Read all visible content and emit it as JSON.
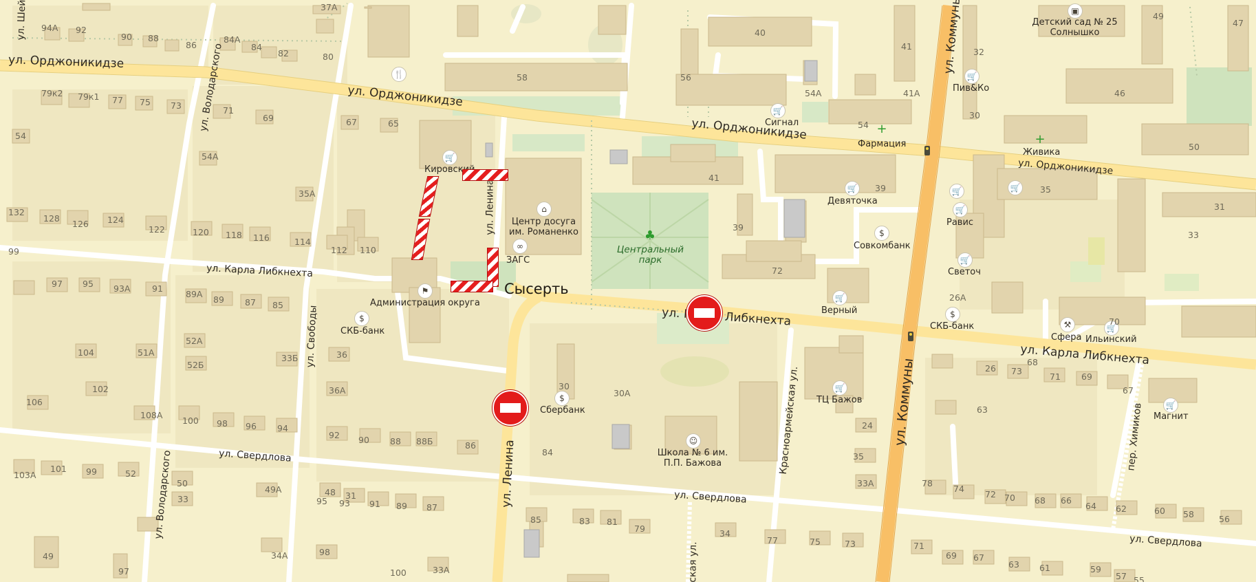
{
  "colors": {
    "background": "#f6f0cc",
    "block": "#efe7c1",
    "building": "#e2d4ad",
    "building_roof": "#d6c59a",
    "minor_road": "#ffffff",
    "major_road": "#fde59a",
    "arterial": "#f8bf66",
    "park": "#cfe3bd",
    "barrier_red": "#e31b1b"
  },
  "city": {
    "name": "Сысерть"
  },
  "streets": [
    {
      "id": "ordzhonikidze-1",
      "label": "ул. Орджоникидзе"
    },
    {
      "id": "ordzhonikidze-2",
      "label": "ул. Орджоникидзе"
    },
    {
      "id": "ordzhonikidze-3",
      "label": "ул. Орджоникидзе"
    },
    {
      "id": "ordzhonikidze-4",
      "label": "ул. Орджоникидзе"
    },
    {
      "id": "liebknecht-1",
      "label": "ул. Карла Либкнехта"
    },
    {
      "id": "liebknecht-2",
      "label": "ул. Карла Либкнехта"
    },
    {
      "id": "liebknecht-3",
      "label": "ул. Карла Либкнехта"
    },
    {
      "id": "sverdlova-1",
      "label": "ул. Свердлова"
    },
    {
      "id": "sverdlova-2",
      "label": "ул. Свердлова"
    },
    {
      "id": "sverdlova-3",
      "label": "ул. Свердлова"
    },
    {
      "id": "lenina-1",
      "label": "ул. Ленина"
    },
    {
      "id": "lenina-2",
      "label": "ул. Ленина"
    },
    {
      "id": "kommuny-1",
      "label": "ул. Коммуны"
    },
    {
      "id": "kommuny-2",
      "label": "ул. Коммуны"
    },
    {
      "id": "svobody",
      "label": "ул. Свободы"
    },
    {
      "id": "volodarskogo-1",
      "label": "ул. Володарского"
    },
    {
      "id": "volodarskogo-2",
      "label": "ул. Володарского"
    },
    {
      "id": "krasnoarmeiskaya",
      "label": "Красноармейская ул."
    },
    {
      "id": "khimikov",
      "label": "пер. Химиков"
    },
    {
      "id": "sheinkmana",
      "label": "ул. Шей"
    },
    {
      "id": "krasnoarmeiskaya-2",
      "label": "ская ул."
    }
  ],
  "park": {
    "label": "Центральный парк"
  },
  "pois": [
    {
      "id": "kirovsky",
      "label": "Кировский",
      "icon": "cart-icon"
    },
    {
      "id": "centr-dosuga",
      "label": "Центр досуга им. Романенко",
      "icon": "museum-icon"
    },
    {
      "id": "zags",
      "label": "ЗАГС",
      "icon": "rings-icon"
    },
    {
      "id": "administraciya",
      "label": "Администрация округа",
      "icon": "flag-icon"
    },
    {
      "id": "skb-bank-1",
      "label": "СКБ-банк",
      "icon": "dollar-icon"
    },
    {
      "id": "sberbank",
      "label": "Сбербанк",
      "icon": "dollar-icon"
    },
    {
      "id": "shkola",
      "label": "Школа № 6 им. П.П. Бажова",
      "icon": "school-icon"
    },
    {
      "id": "signal",
      "label": "Сигнал",
      "icon": "cart-icon"
    },
    {
      "id": "farmaciya",
      "label": "Фармация",
      "icon": "pharmacy-icon"
    },
    {
      "id": "devyatochka",
      "label": "Девяточка",
      "icon": "cart-icon"
    },
    {
      "id": "sovkombank",
      "label": "Совкомбанк",
      "icon": "dollar-icon"
    },
    {
      "id": "verny",
      "label": "Верный",
      "icon": "cart-icon"
    },
    {
      "id": "tc-bazhov",
      "label": "ТЦ Бажов",
      "icon": "cart-icon"
    },
    {
      "id": "pivko",
      "label": "Пив&Ко",
      "icon": "cart-icon"
    },
    {
      "id": "zhivika",
      "label": "Живика",
      "icon": "pharmacy-icon"
    },
    {
      "id": "ravis",
      "label": "Равис",
      "icon": "cart-icon"
    },
    {
      "id": "svetoch",
      "label": "Светоч",
      "icon": "cart-icon"
    },
    {
      "id": "skb-bank-2",
      "label": "СКБ-банк",
      "icon": "dollar-icon"
    },
    {
      "id": "sfera",
      "label": "Сфера",
      "icon": "hardware-icon"
    },
    {
      "id": "ilyinsky",
      "label": "Ильинский",
      "icon": "cart-icon"
    },
    {
      "id": "magnit",
      "label": "Магнит",
      "icon": "cart-icon"
    },
    {
      "id": "detsky-sad",
      "label": "Детский сад № 25 Солнышко",
      "icon": "kindergarten-icon"
    },
    {
      "id": "restaurant",
      "label": "",
      "icon": "restaurant-icon"
    }
  ],
  "house_numbers": [
    "94А",
    "92",
    "90",
    "88",
    "86",
    "84А",
    "84",
    "82",
    "80",
    "37А",
    "79к2",
    "79к1",
    "77",
    "75",
    "73",
    "71",
    "69",
    "67",
    "65",
    "54",
    "54А",
    "35А",
    "132",
    "128",
    "126",
    "124",
    "122",
    "120",
    "118",
    "116",
    "114",
    "112",
    "110",
    "99",
    "97",
    "95",
    "93А",
    "91",
    "89А",
    "89",
    "87",
    "85",
    "104",
    "51А",
    "52А",
    "52Б",
    "33Б",
    "36",
    "36А",
    "106",
    "102",
    "108А",
    "100",
    "98",
    "96",
    "94",
    "92",
    "90",
    "88",
    "88Б",
    "86",
    "103А",
    "101",
    "99",
    "52",
    "50",
    "33",
    "49А",
    "48",
    "31",
    "100",
    "98",
    "49",
    "97",
    "95",
    "93",
    "91",
    "89",
    "87",
    "34А",
    "33А",
    "30",
    "30А",
    "84",
    "85",
    "83",
    "81",
    "79",
    "34",
    "77",
    "75",
    "73",
    "58",
    "40",
    "56",
    "54А",
    "41",
    "41А",
    "54",
    "41",
    "39",
    "39",
    "72",
    "32",
    "30",
    "49",
    "47",
    "46",
    "50",
    "35",
    "31",
    "33",
    "26А",
    "70",
    "68",
    "26",
    "73",
    "71",
    "69",
    "67",
    "63",
    "24",
    "35",
    "33А",
    "78",
    "74",
    "72",
    "70",
    "68",
    "66",
    "64",
    "62",
    "60",
    "58",
    "56",
    "71",
    "69",
    "67",
    "63",
    "61",
    "59",
    "57",
    "55"
  ],
  "signs": {
    "no_entry_count": 2,
    "barrier_count": 5
  }
}
